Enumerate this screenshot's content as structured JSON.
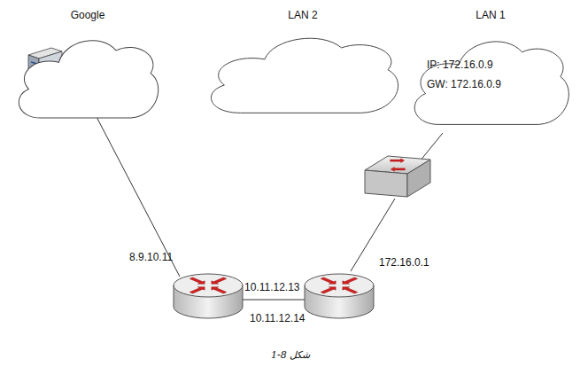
{
  "diagram": {
    "caption": "شکل 8-1",
    "nodes": [
      {
        "text": [
          "Google"
        ]
      },
      {
        "text": [
          "LAN 2"
        ]
      },
      {
        "text": [
          "LAN 1",
          "IP: 172.16.0.9",
          "GW: 172.16.0.9"
        ]
      }
    ],
    "labels": [
      "8.9.10.11",
      "10.11.12.13",
      "10.11.12.14",
      "172.16.0.1"
    ]
  }
}
